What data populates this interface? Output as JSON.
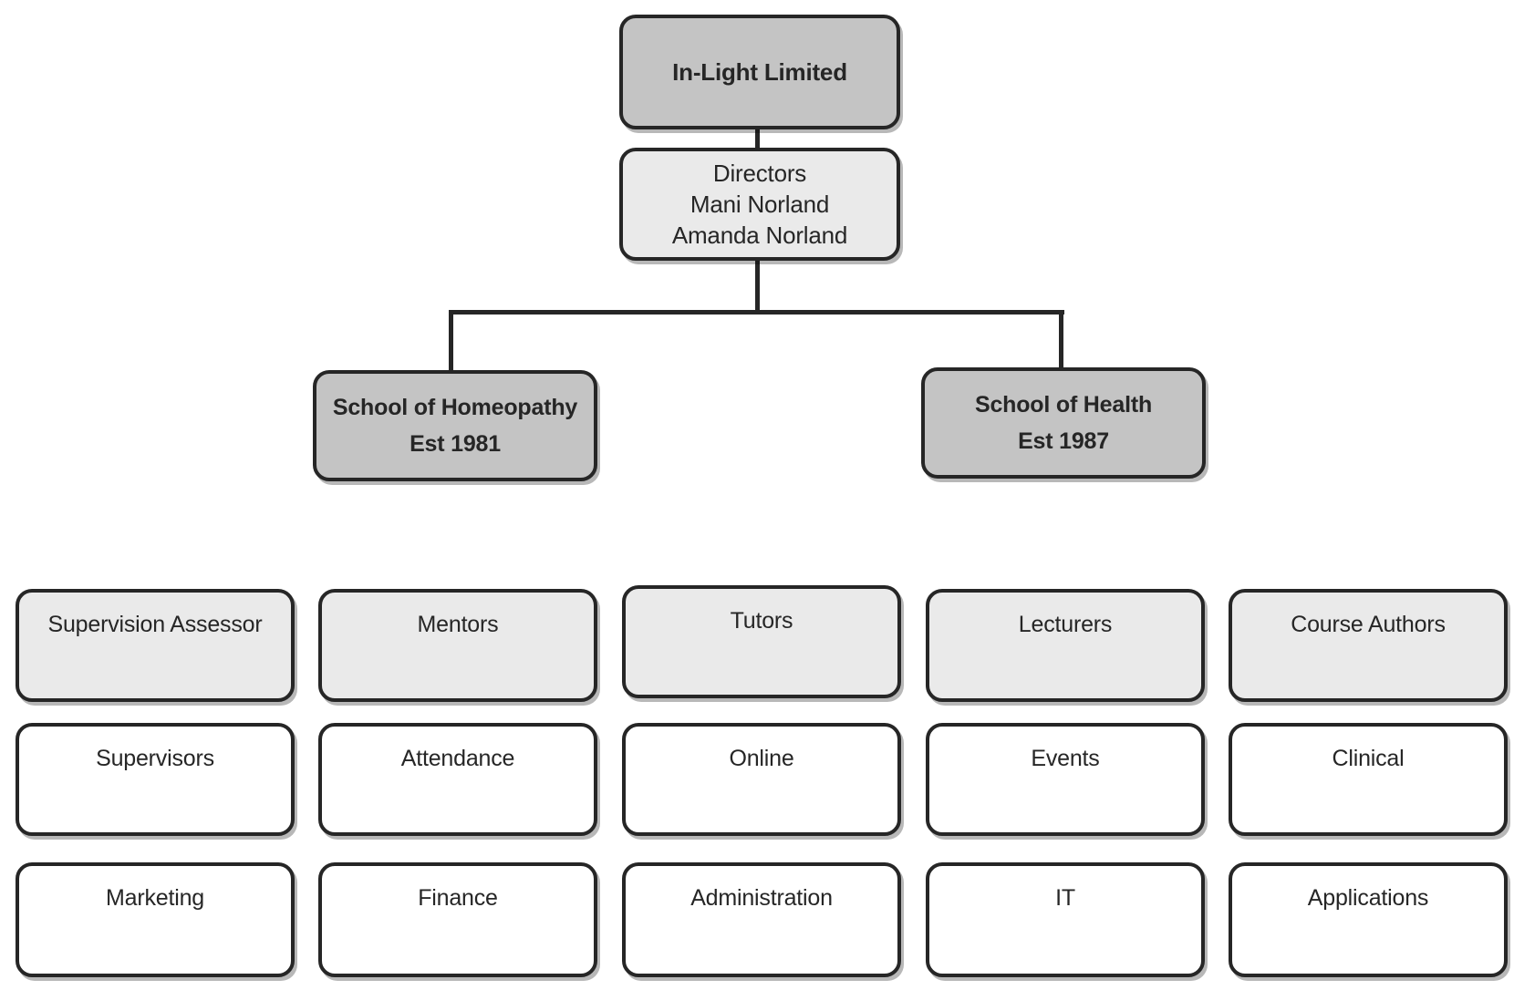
{
  "chart": {
    "type": "org-chart",
    "company": "In-Light Limited",
    "directors": {
      "title": "Directors",
      "name1": "Mani Norland",
      "name2": "Amanda Norland"
    },
    "schools": [
      {
        "name": "School of Homeopathy",
        "est": "Est 1981"
      },
      {
        "name": "School of Health",
        "est": "Est 1987"
      }
    ],
    "departments": {
      "row1": [
        "Supervision Assessor",
        "Mentors",
        "Tutors",
        "Lecturers",
        "Course Authors"
      ],
      "row2": [
        "Supervisors",
        "Attendance",
        "Online",
        "Events",
        "Clinical"
      ],
      "row3": [
        "Marketing",
        "Finance",
        "Administration",
        "IT",
        "Applications"
      ]
    },
    "colors": {
      "box_fill_dark": "#c4c4c4",
      "box_fill_light": "#eaeaea",
      "box_fill_white": "#ffffff",
      "border_and_lines": "#262626",
      "text": "#262626",
      "background": "#ffffff"
    }
  }
}
